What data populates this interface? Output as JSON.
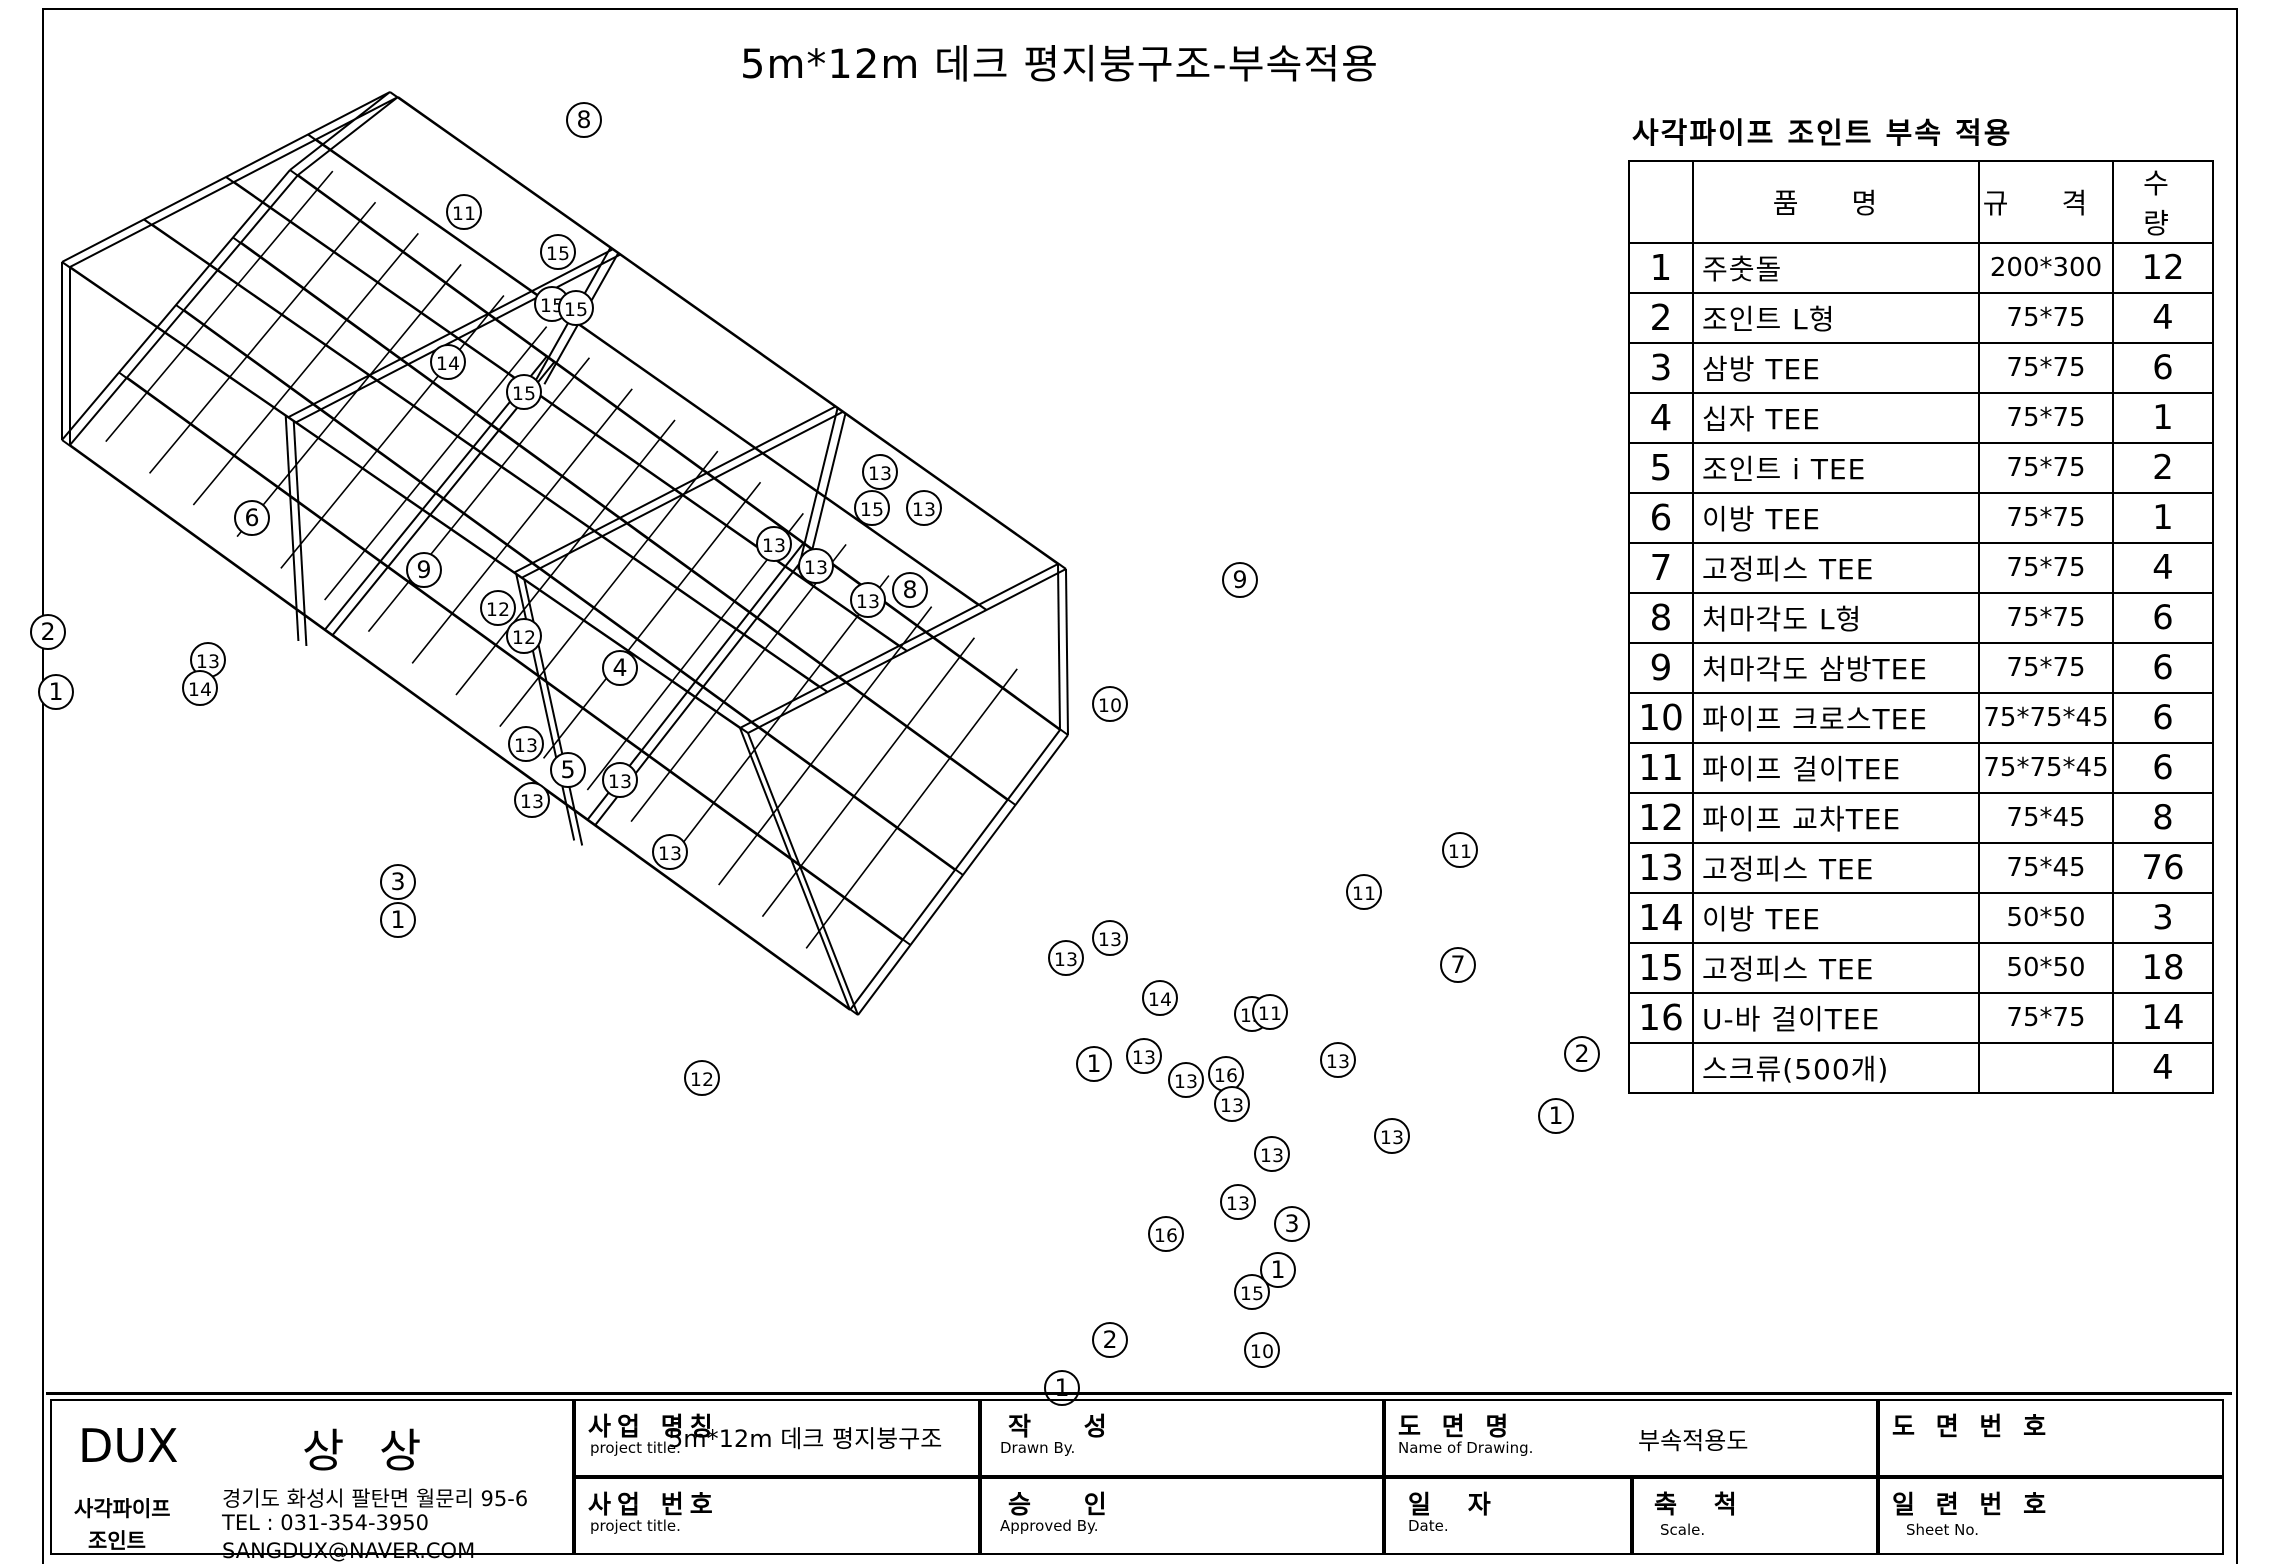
{
  "drawing_title": "5m*12m 데크 평지붕구조-부속적용",
  "bom": {
    "title": "사각파이프 조인트 부속 적용",
    "headers": {
      "name": "품 명",
      "spec": "규 격",
      "qty": "수 량"
    },
    "rows": [
      {
        "no": "1",
        "name": "주춧돌",
        "spec": "200*300",
        "qty": "12"
      },
      {
        "no": "2",
        "name": "조인트 L형",
        "spec": "75*75",
        "qty": "4"
      },
      {
        "no": "3",
        "name": "삼방 TEE",
        "spec": "75*75",
        "qty": "6"
      },
      {
        "no": "4",
        "name": "십자 TEE",
        "spec": "75*75",
        "qty": "1"
      },
      {
        "no": "5",
        "name": "조인트 i TEE",
        "spec": "75*75",
        "qty": "2"
      },
      {
        "no": "6",
        "name": "이방 TEE",
        "spec": "75*75",
        "qty": "1"
      },
      {
        "no": "7",
        "name": "고정피스 TEE",
        "spec": "75*75",
        "qty": "4"
      },
      {
        "no": "8",
        "name": "처마각도 L형",
        "spec": "75*75",
        "qty": "6"
      },
      {
        "no": "9",
        "name": "처마각도 삼방TEE",
        "spec": "75*75",
        "qty": "6"
      },
      {
        "no": "10",
        "name": "파이프 크로스TEE",
        "spec": "75*75*45",
        "qty": "6"
      },
      {
        "no": "11",
        "name": "파이프 걸이TEE",
        "spec": "75*75*45",
        "qty": "6"
      },
      {
        "no": "12",
        "name": "파이프 교차TEE",
        "spec": "75*45",
        "qty": "8"
      },
      {
        "no": "13",
        "name": "고정피스 TEE",
        "spec": "75*45",
        "qty": "76"
      },
      {
        "no": "14",
        "name": "이방 TEE",
        "spec": "50*50",
        "qty": "3"
      },
      {
        "no": "15",
        "name": "고정피스 TEE",
        "spec": "50*50",
        "qty": "18"
      },
      {
        "no": "16",
        "name": "U-바 걸이TEE",
        "spec": "75*75",
        "qty": "14"
      },
      {
        "no": "",
        "name": "스크류(500개)",
        "spec": "",
        "qty": "4"
      }
    ]
  },
  "title_block": {
    "brand": "DUX",
    "brand_ko": "상 상",
    "company_line1": "사각파이프",
    "company_line2": "조인트",
    "address": "경기도 화성시 팔탄면 월문리 95-6",
    "tel": "TEL : 031-354-3950",
    "email": "SANGDUX@NAVER.COM",
    "project_name_ko": "사업 명칭",
    "project_name_en": "project title.",
    "project_name_value": "5m*12m 데크 평지붕구조",
    "project_no_ko": "사업 번호",
    "project_no_en": "project title.",
    "drawn_ko": "작 성",
    "drawn_en": "Drawn By.",
    "approved_ko": "승 인",
    "approved_en": "Approved By.",
    "drawing_name_ko": "도 면 명",
    "drawing_name_en": "Name of Drawing.",
    "drawing_name_value": "부속적용도",
    "date_ko": "일 자",
    "date_en": "Date.",
    "scale_ko": "축 척",
    "scale_en": "Scale.",
    "drawing_no_ko": "도 면 번 호",
    "sheet_no_ko": "일 련 번 호",
    "sheet_no_en": "Sheet No."
  },
  "callouts": [
    "1",
    "2",
    "3",
    "4",
    "5",
    "6",
    "7",
    "8",
    "9",
    "10",
    "11",
    "12",
    "13",
    "14",
    "15",
    "16"
  ]
}
